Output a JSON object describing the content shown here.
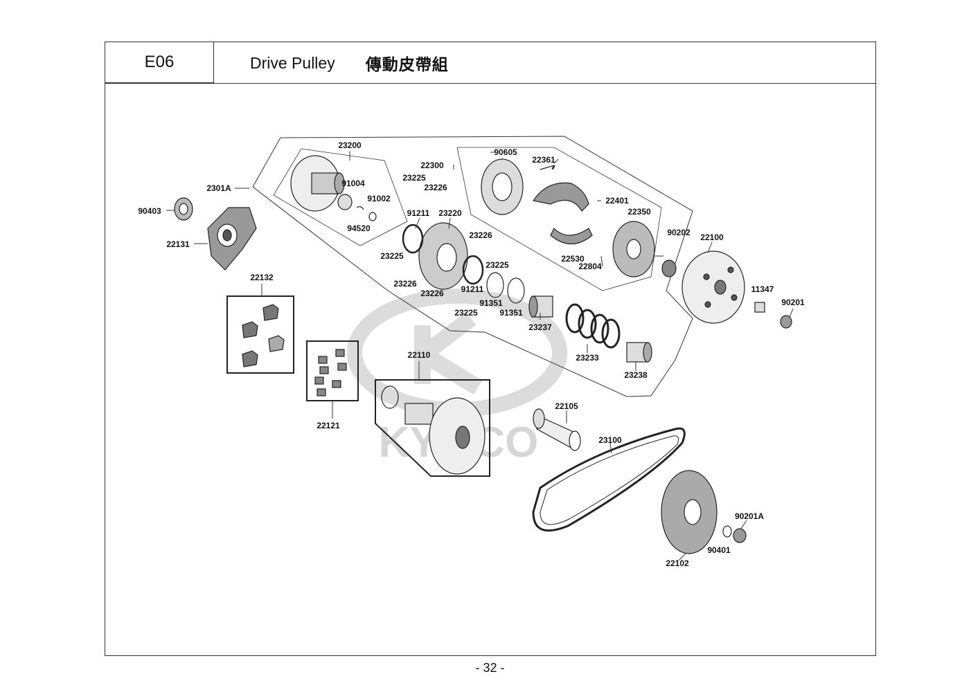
{
  "header": {
    "section_code": "E06",
    "title_en": "Drive Pulley",
    "title_cn": "傳動皮帶組"
  },
  "watermark": {
    "brand": "KYMCO"
  },
  "parts": {
    "p23200": "23200",
    "p91004": "91004",
    "p91002": "91002",
    "p94520": "94520",
    "p2301A": "2301A",
    "p90403": "90403",
    "p22131": "22131",
    "p23225a": "23225",
    "p23226a": "23226",
    "p22300": "22300",
    "p90605": "90605",
    "p22361": "22361",
    "p22401": "22401",
    "p22350": "22350",
    "p90202": "90202",
    "p22100": "22100",
    "p91211a": "91211",
    "p23220": "23220",
    "p23226b": "23226",
    "p23225b": "23225",
    "p22530": "22530",
    "p22804": "22804",
    "p23225c": "23225",
    "p23226c": "23226",
    "p23226d": "23226",
    "p91211b": "91211",
    "p23225d": "23225",
    "p91351a": "91351",
    "p91351b": "91351",
    "p23237": "23237",
    "p11347": "11347",
    "p90201": "90201",
    "p22132": "22132",
    "p23233": "23233",
    "p23238": "23238",
    "p22110": "22110",
    "p22121": "22121",
    "p22105": "22105",
    "p23100": "23100",
    "p90201A": "90201A",
    "p90401": "90401",
    "p22102": "22102"
  },
  "footer": {
    "page_number": "- 32 -"
  }
}
